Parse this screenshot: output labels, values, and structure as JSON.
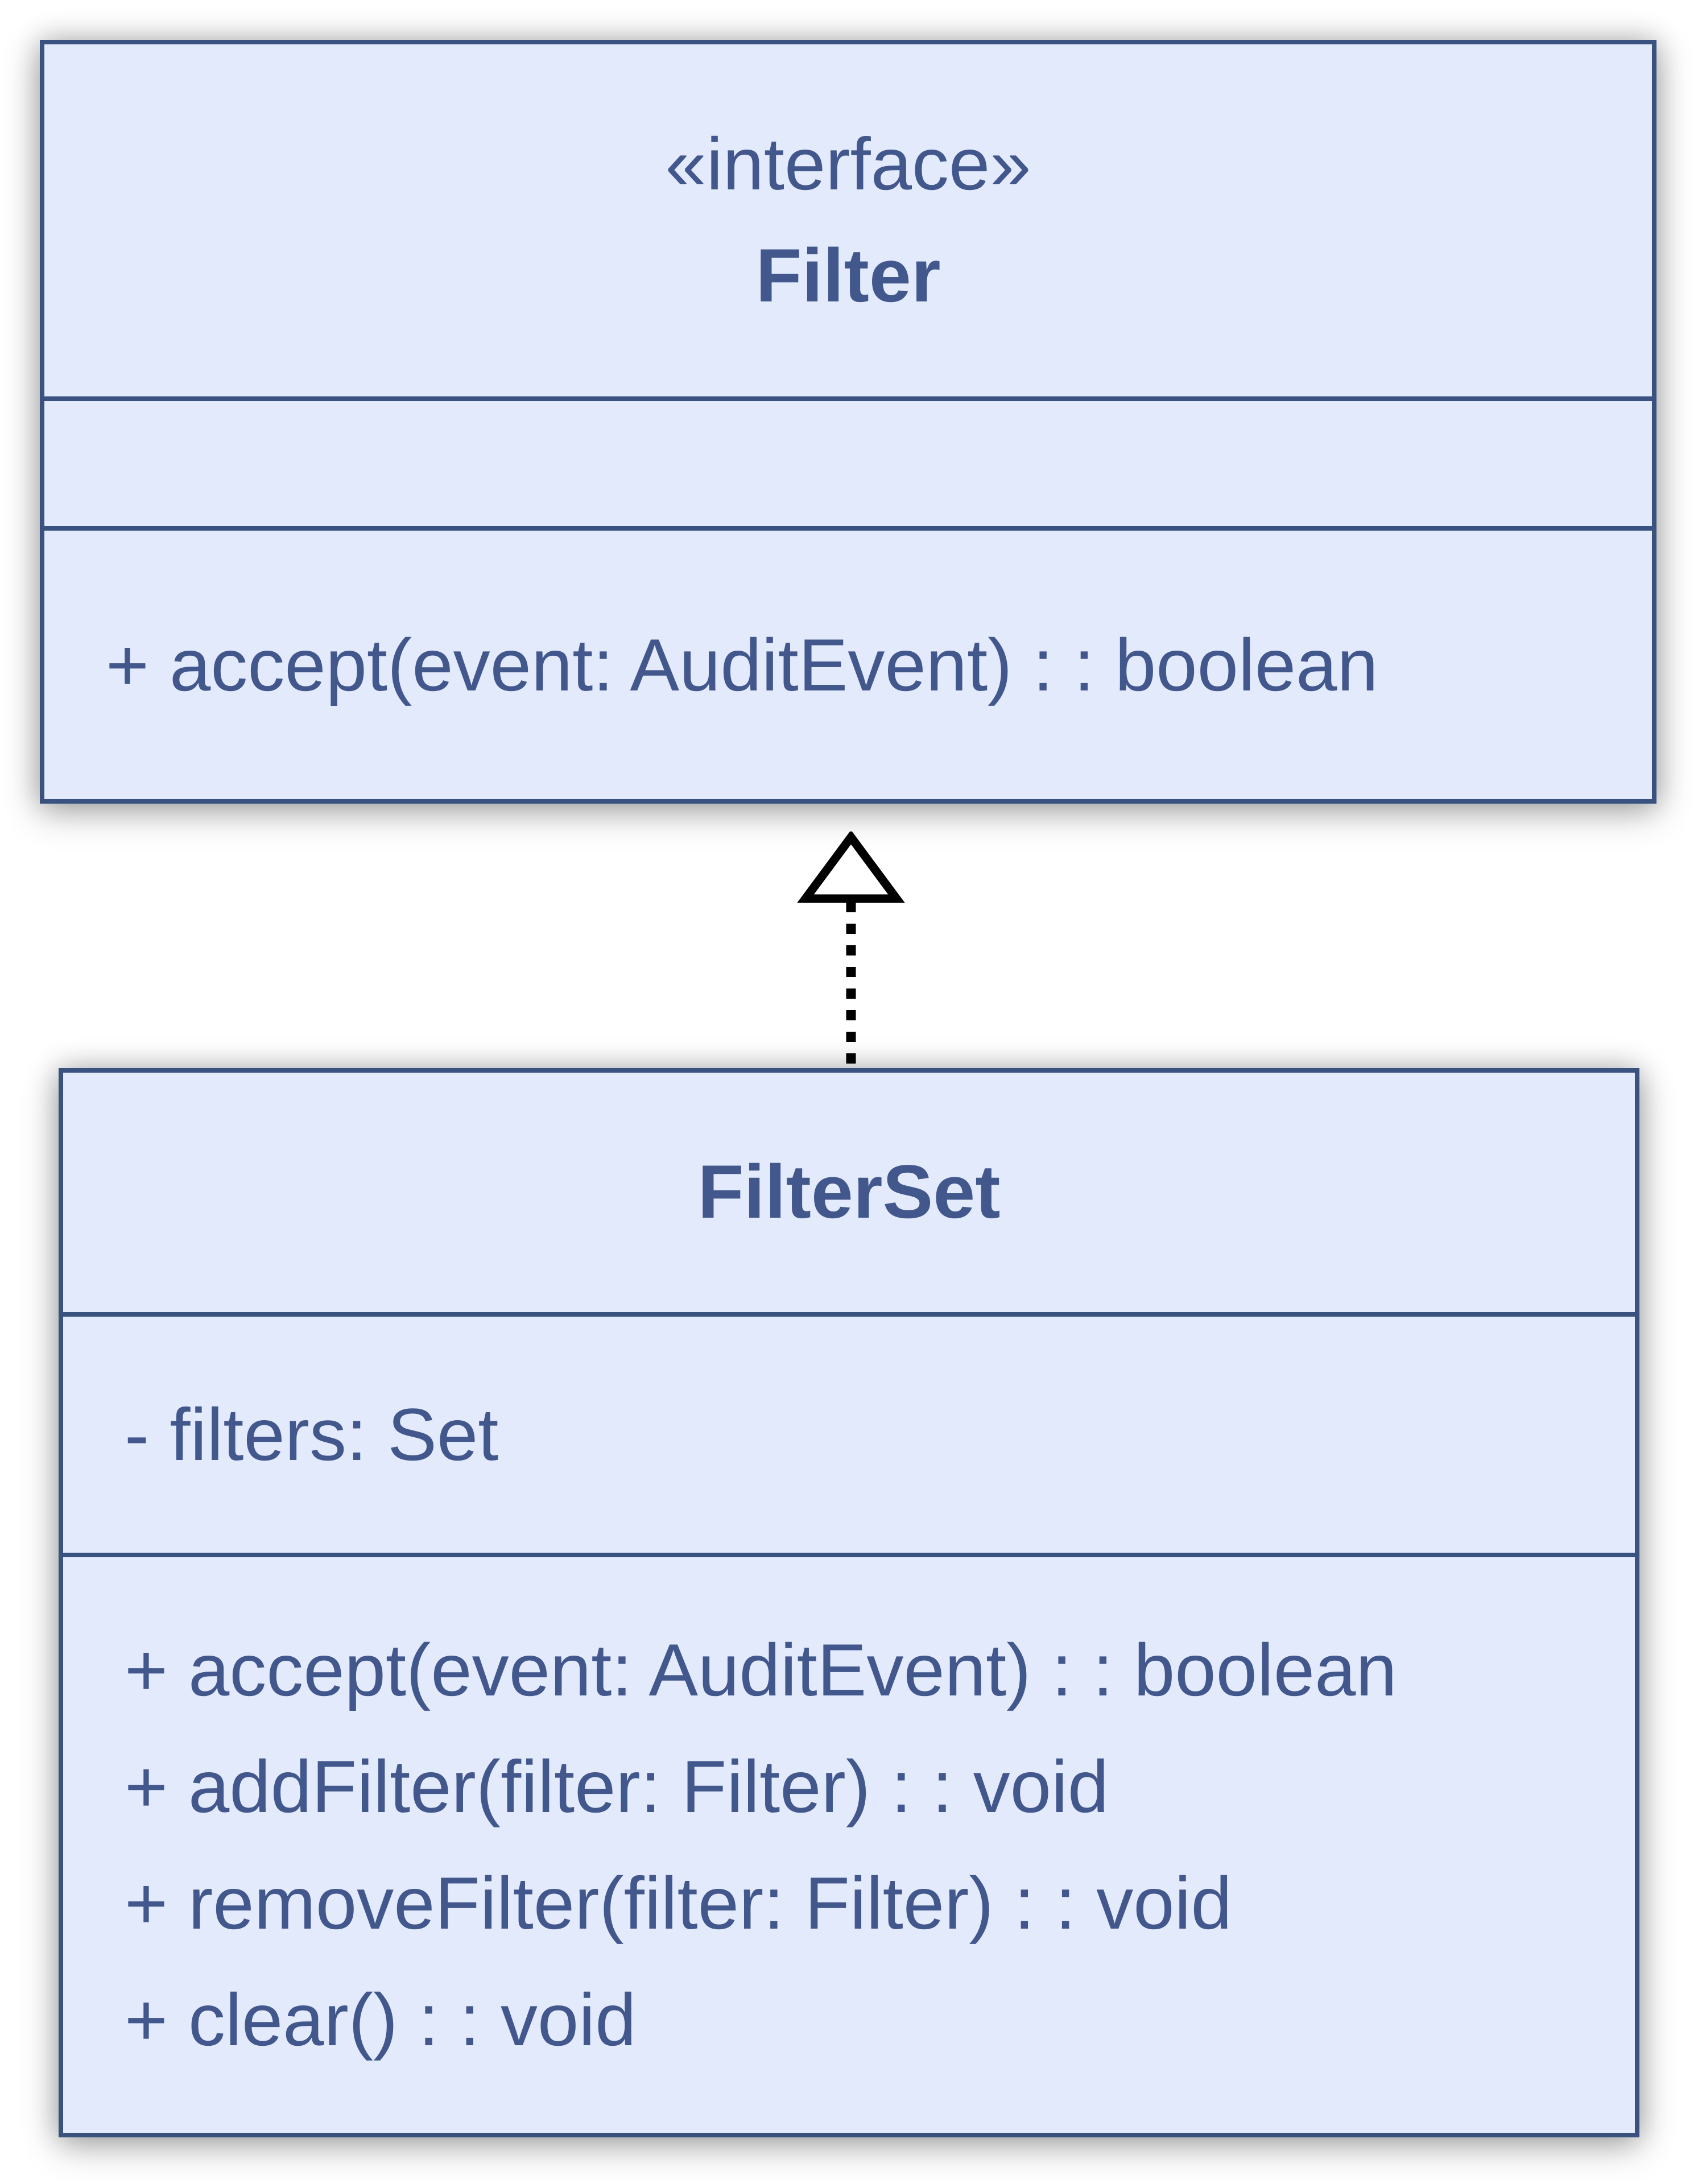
{
  "page": {
    "background": "#FFFFFF"
  },
  "palette": {
    "box_fill": "#E3EAFC",
    "box_border": "#3A5280",
    "text": "#42578C",
    "arrow_line": "#000000",
    "arrow_head_fill": "#FFFFFF"
  },
  "classes": [
    {
      "stereotype": "«interface»",
      "name": "Filter",
      "attributes": [],
      "operations": [
        "+ accept(event: AuditEvent) : : boolean"
      ]
    },
    {
      "stereotype": "",
      "name": "FilterSet",
      "attributes": [
        "- filters: Set"
      ],
      "operations": [
        "+ accept(event: AuditEvent) : : boolean",
        "+ addFilter(filter: Filter) : : void",
        "+ removeFilter(filter: Filter) : : void",
        "+ clear() : : void"
      ]
    }
  ],
  "relationship": {
    "type": "realization",
    "from": "FilterSet",
    "to": "Filter",
    "line_style": "dashed",
    "arrow_head": "hollow-triangle"
  }
}
